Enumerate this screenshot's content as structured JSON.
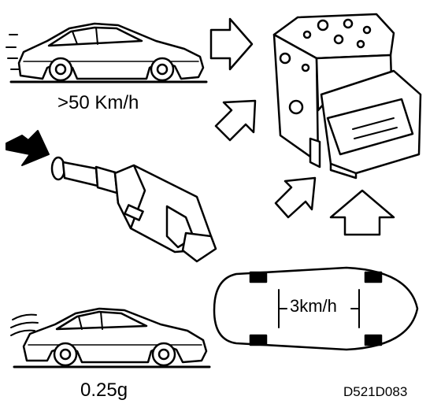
{
  "labels": {
    "vehicle_speed": ">50 Km/h",
    "deceleration": "0.25g",
    "wheel_speed_difference": "3km/h",
    "figure_code": "D521D083"
  },
  "components": [
    "car-top-left-icon",
    "car-bottom-left-icon",
    "brake-light-switch-icon",
    "abs-control-module-icon",
    "car-top-view-icon"
  ]
}
